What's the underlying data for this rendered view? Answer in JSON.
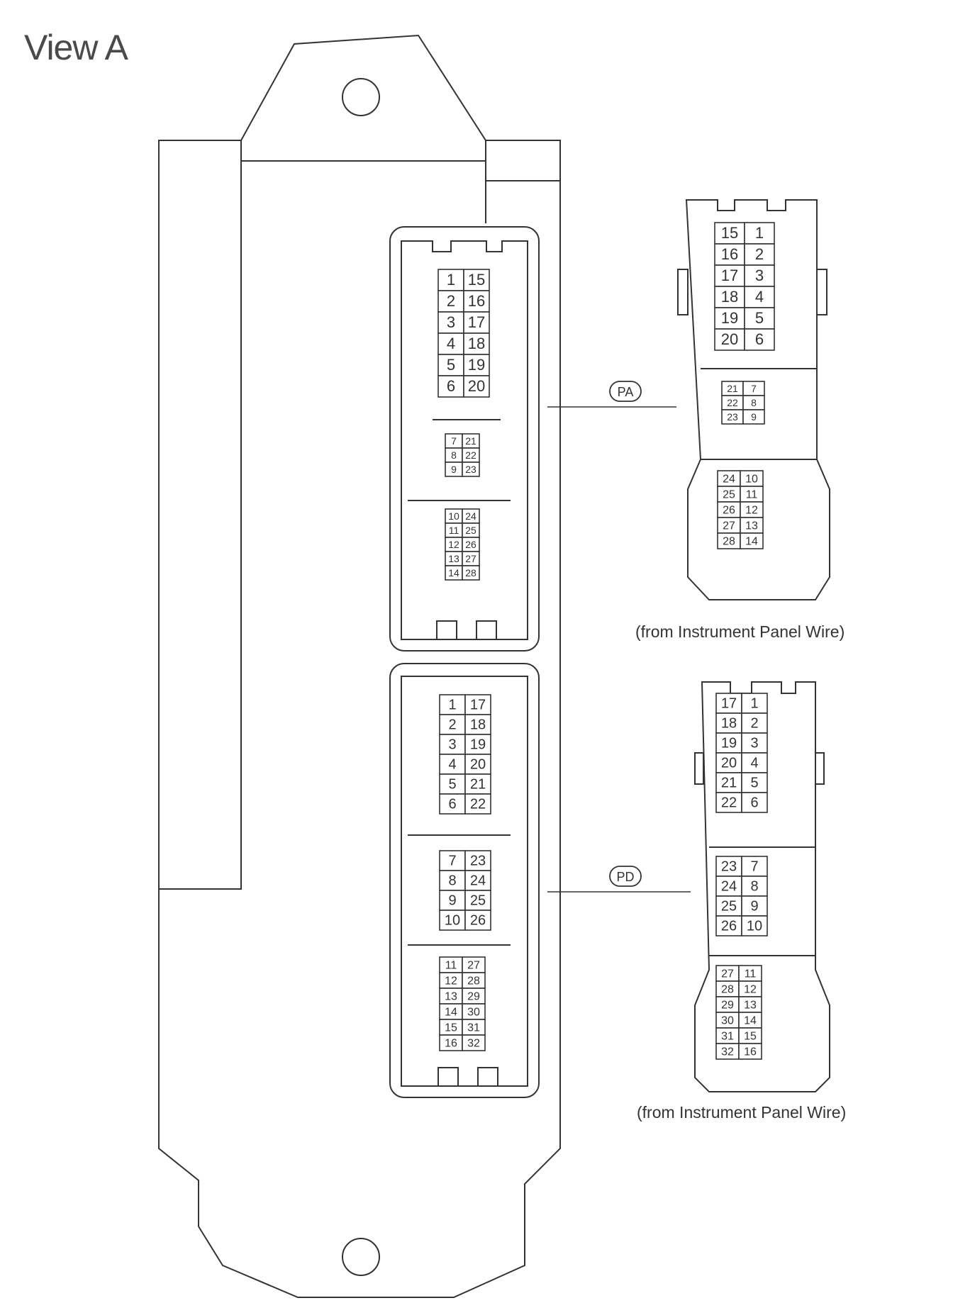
{
  "title": "View A",
  "colors": {
    "line": "#333333",
    "background": "#ffffff"
  },
  "ecu_connectors": [
    {
      "name": "upper",
      "groups": [
        {
          "rows": [
            [
              "1",
              "15"
            ],
            [
              "2",
              "16"
            ],
            [
              "3",
              "17"
            ],
            [
              "4",
              "18"
            ],
            [
              "5",
              "19"
            ],
            [
              "6",
              "20"
            ]
          ]
        },
        {
          "rows": [
            [
              "7",
              "21"
            ],
            [
              "8",
              "22"
            ],
            [
              "9",
              "23"
            ]
          ]
        },
        {
          "rows": [
            [
              "10",
              "24"
            ],
            [
              "11",
              "25"
            ],
            [
              "12",
              "26"
            ],
            [
              "13",
              "27"
            ],
            [
              "14",
              "28"
            ]
          ]
        }
      ]
    },
    {
      "name": "lower",
      "groups": [
        {
          "rows": [
            [
              "1",
              "17"
            ],
            [
              "2",
              "18"
            ],
            [
              "3",
              "19"
            ],
            [
              "4",
              "20"
            ],
            [
              "5",
              "21"
            ],
            [
              "6",
              "22"
            ]
          ]
        },
        {
          "rows": [
            [
              "7",
              "23"
            ],
            [
              "8",
              "24"
            ],
            [
              "9",
              "25"
            ],
            [
              "10",
              "26"
            ]
          ]
        },
        {
          "rows": [
            [
              "11",
              "27"
            ],
            [
              "12",
              "28"
            ],
            [
              "13",
              "29"
            ],
            [
              "14",
              "30"
            ],
            [
              "15",
              "31"
            ],
            [
              "16",
              "32"
            ]
          ]
        }
      ]
    }
  ],
  "harness_connectors": [
    {
      "code": "PA",
      "caption": "(from Instrument Panel Wire)",
      "groups": [
        {
          "rows": [
            [
              "15",
              "1"
            ],
            [
              "16",
              "2"
            ],
            [
              "17",
              "3"
            ],
            [
              "18",
              "4"
            ],
            [
              "19",
              "5"
            ],
            [
              "20",
              "6"
            ]
          ]
        },
        {
          "rows": [
            [
              "21",
              "7"
            ],
            [
              "22",
              "8"
            ],
            [
              "23",
              "9"
            ]
          ]
        },
        {
          "rows": [
            [
              "24",
              "10"
            ],
            [
              "25",
              "11"
            ],
            [
              "26",
              "12"
            ],
            [
              "27",
              "13"
            ],
            [
              "28",
              "14"
            ]
          ]
        }
      ]
    },
    {
      "code": "PD",
      "caption": "(from Instrument Panel Wire)",
      "groups": [
        {
          "rows": [
            [
              "17",
              "1"
            ],
            [
              "18",
              "2"
            ],
            [
              "19",
              "3"
            ],
            [
              "20",
              "4"
            ],
            [
              "21",
              "5"
            ],
            [
              "22",
              "6"
            ]
          ]
        },
        {
          "rows": [
            [
              "23",
              "7"
            ],
            [
              "24",
              "8"
            ],
            [
              "25",
              "9"
            ],
            [
              "26",
              "10"
            ]
          ]
        },
        {
          "rows": [
            [
              "27",
              "11"
            ],
            [
              "28",
              "12"
            ],
            [
              "29",
              "13"
            ],
            [
              "30",
              "14"
            ],
            [
              "31",
              "15"
            ],
            [
              "32",
              "16"
            ]
          ]
        }
      ]
    }
  ]
}
